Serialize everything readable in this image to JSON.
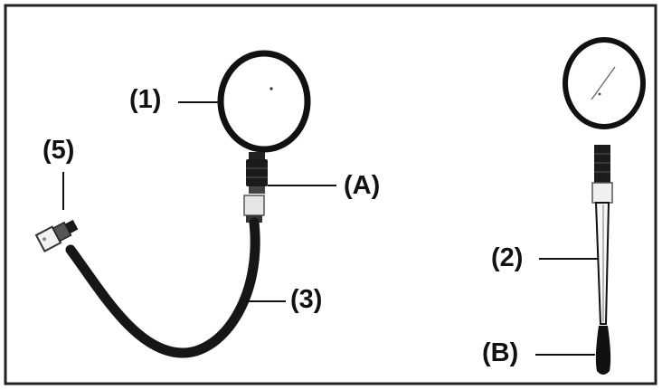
{
  "callouts": {
    "gauge": "(1)",
    "adapter_fitting": "(A)",
    "hose_end": "(5)",
    "hose": "(3)",
    "extension_tube": "(2)",
    "tube_tip": "(B)"
  },
  "colors": {
    "ink": "#111111",
    "frame": "#222222",
    "background": "#ffffff"
  }
}
